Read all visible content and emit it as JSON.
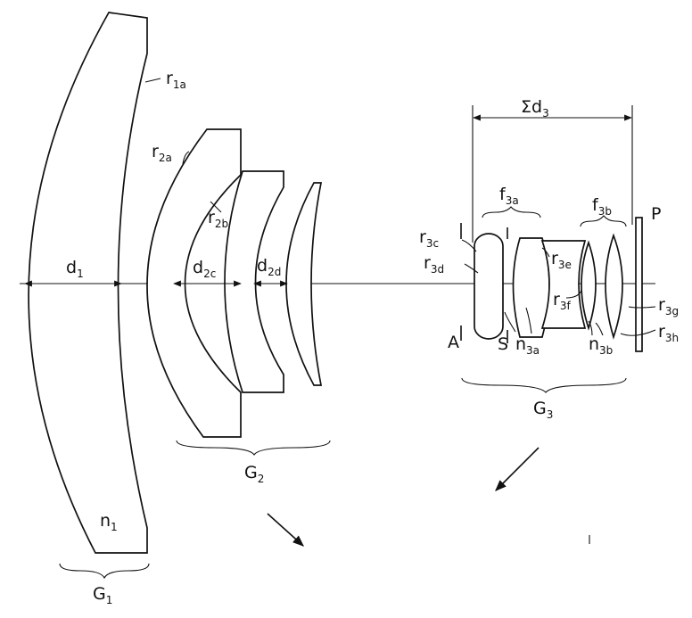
{
  "figure": {
    "labels": {
      "r1a": {
        "base": "r",
        "sub": "1a"
      },
      "r2a": {
        "base": "r",
        "sub": "2a"
      },
      "r2b": {
        "base": "r",
        "sub": "2b"
      },
      "d1": {
        "base": "d",
        "sub": "1"
      },
      "d2c": {
        "base": "d",
        "sub": "2c"
      },
      "d2d": {
        "base": "d",
        "sub": "2d"
      },
      "n1": {
        "base": "n",
        "sub": "1"
      },
      "G1": {
        "base": "G",
        "sub": "1"
      },
      "G2": {
        "base": "G",
        "sub": "2"
      },
      "G3": {
        "base": "G",
        "sub": "3"
      },
      "sum_d3": {
        "base": "Σd",
        "sub": "3"
      },
      "f3a": {
        "base": "f",
        "sub": "3a"
      },
      "f3b": {
        "base": "f",
        "sub": "3b"
      },
      "P": {
        "base": "P",
        "sub": ""
      },
      "r3c": {
        "base": "r",
        "sub": "3c"
      },
      "r3d": {
        "base": "r",
        "sub": "3d"
      },
      "r3e": {
        "base": "r",
        "sub": "3e"
      },
      "r3f": {
        "base": "r",
        "sub": "3f"
      },
      "r3g": {
        "base": "r",
        "sub": "3g"
      },
      "r3h": {
        "base": "r",
        "sub": "3h"
      },
      "A": {
        "base": "A",
        "sub": ""
      },
      "S": {
        "base": "S",
        "sub": ""
      },
      "n3a": {
        "base": "n",
        "sub": "3a"
      },
      "n3b": {
        "base": "n",
        "sub": "3b"
      }
    }
  }
}
